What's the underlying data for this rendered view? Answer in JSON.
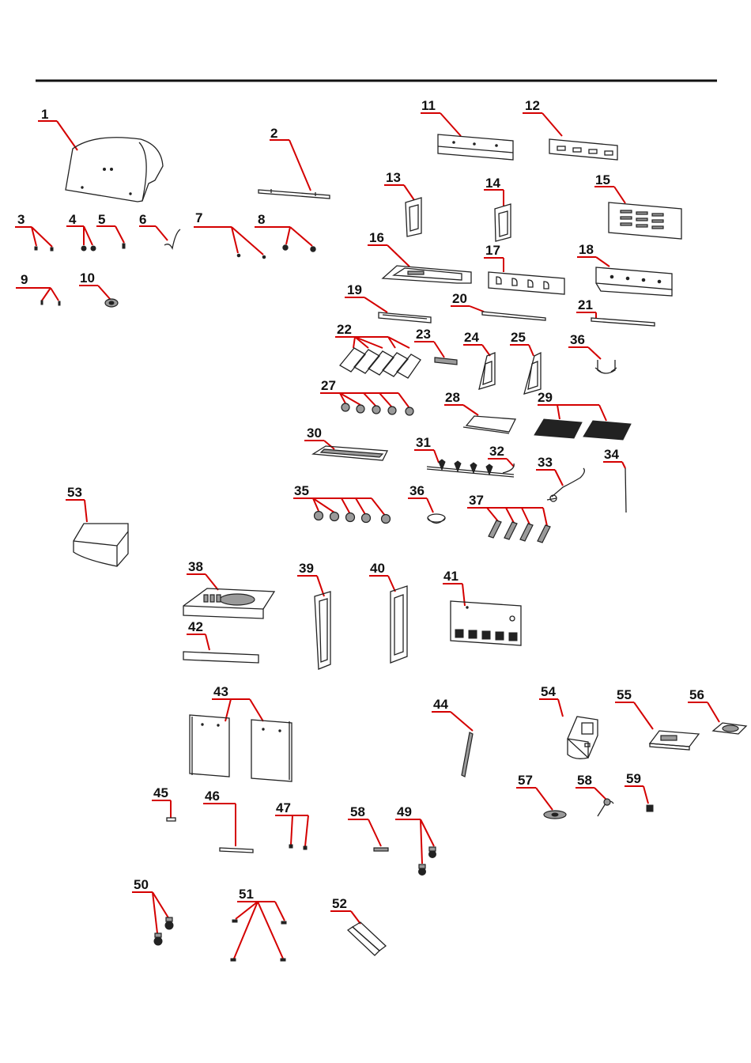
{
  "labels": [
    "1",
    "2",
    "3",
    "4",
    "5",
    "6",
    "7",
    "8",
    "9",
    "10",
    "11",
    "12",
    "13",
    "14",
    "15",
    "16",
    "17",
    "18",
    "19",
    "20",
    "21",
    "22",
    "23",
    "24",
    "25",
    "36",
    "27",
    "28",
    "29",
    "30",
    "31",
    "32",
    "33",
    "34",
    "35",
    "36",
    "37",
    "53",
    "38",
    "39",
    "40",
    "41",
    "42",
    "43",
    "44",
    "54",
    "55",
    "56",
    "45",
    "46",
    "47",
    "58",
    "49",
    "57",
    "58",
    "59",
    "50",
    "51",
    "52"
  ]
}
